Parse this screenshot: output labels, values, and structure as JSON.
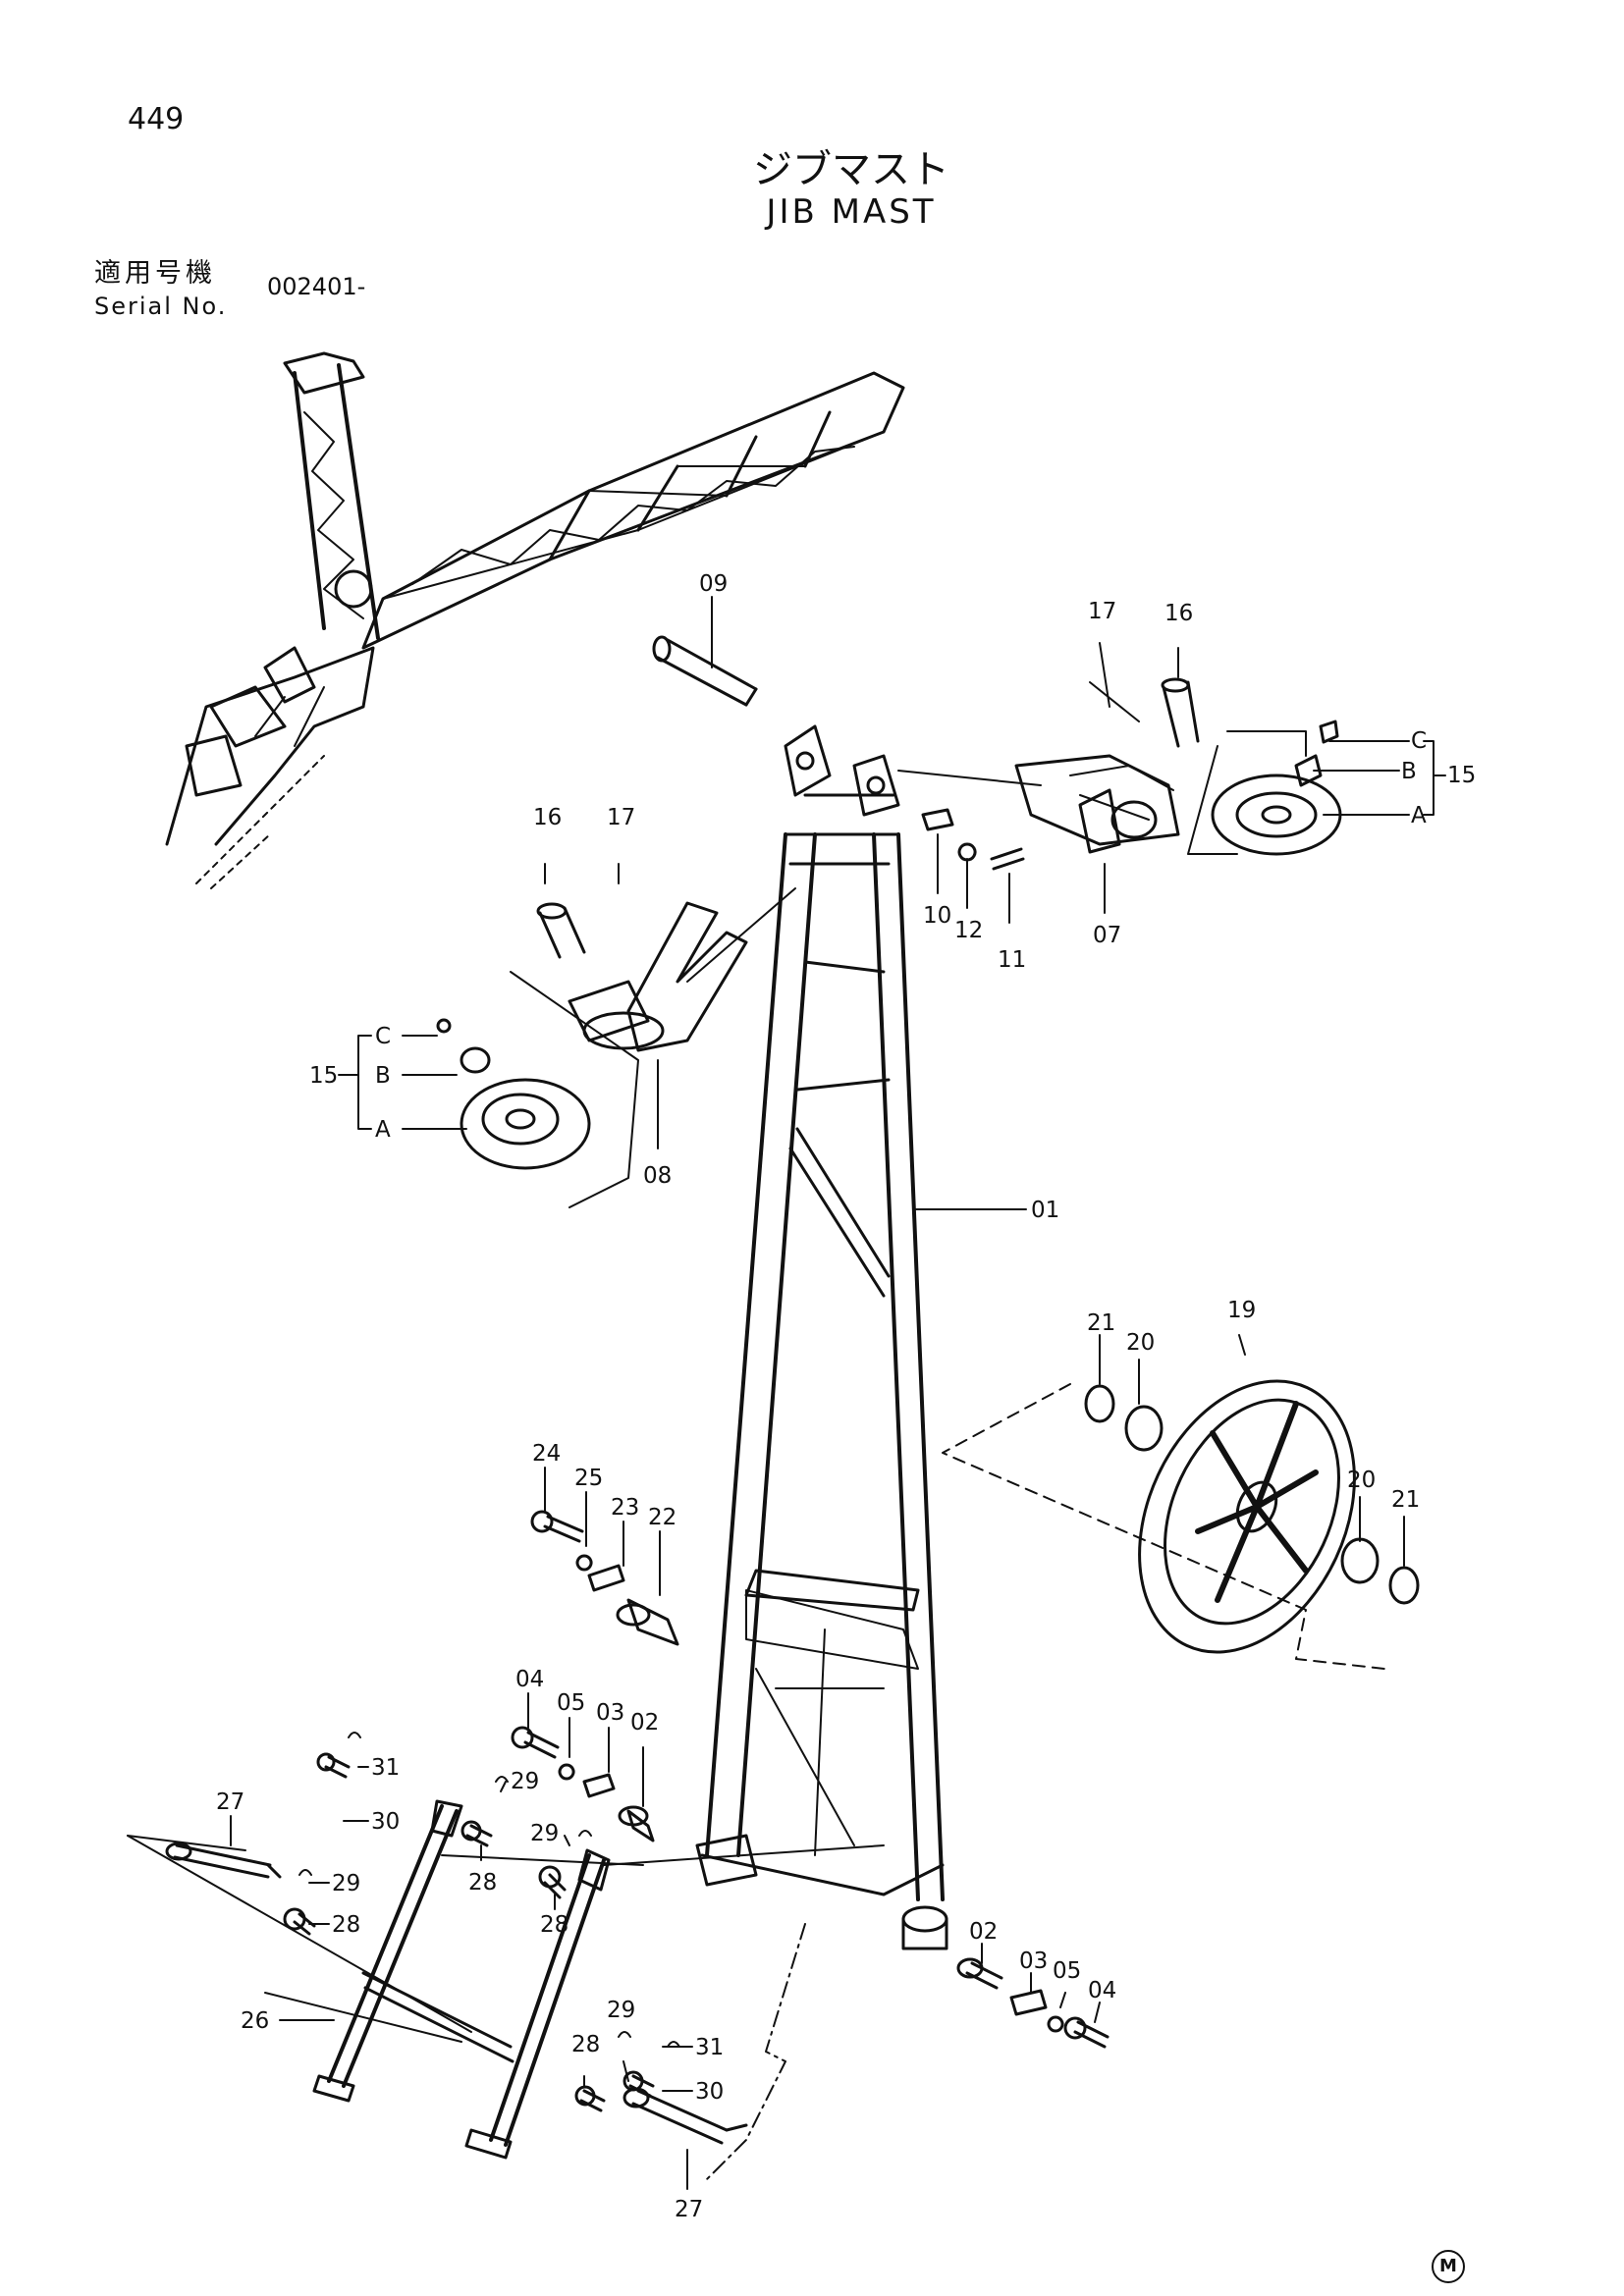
{
  "page_number": "449",
  "title_jp": "ジブマスト",
  "title_en": "JIB MAST",
  "serial_label_jp": "適用号機",
  "serial_label_en": "Serial No.",
  "serial_value": "002401-",
  "mark": "M",
  "labels": {
    "p09": "09",
    "p17a": "17",
    "p16a": "16",
    "p15a_c": "C",
    "p15a_b": "B",
    "p15a": "15",
    "p15a_a": "A",
    "p10": "10",
    "p12": "12",
    "p11": "11",
    "p07": "07",
    "p16b": "16",
    "p17b": "17",
    "p15b_c": "C",
    "p15b_b": "B",
    "p15b": "15",
    "p15b_a": "A",
    "p08": "08",
    "p01": "01",
    "p21a": "21",
    "p20a": "20",
    "p19": "19",
    "p20b": "20",
    "p21b": "21",
    "p24": "24",
    "p25": "25",
    "p23": "23",
    "p22": "22",
    "p04a": "04",
    "p05a": "05",
    "p03a": "03",
    "p02a": "02",
    "p31a": "31",
    "p30a": "30",
    "p29a": "29",
    "p27a": "27",
    "p29b": "29",
    "p28a": "28",
    "p29c": "29",
    "p28b": "28",
    "p28c": "28",
    "p26": "26",
    "p02b": "02",
    "p03b": "03",
    "p05b": "05",
    "p04b": "04",
    "p29d": "29",
    "p28d": "28",
    "p31b": "31",
    "p30b": "30",
    "p27b": "27"
  }
}
